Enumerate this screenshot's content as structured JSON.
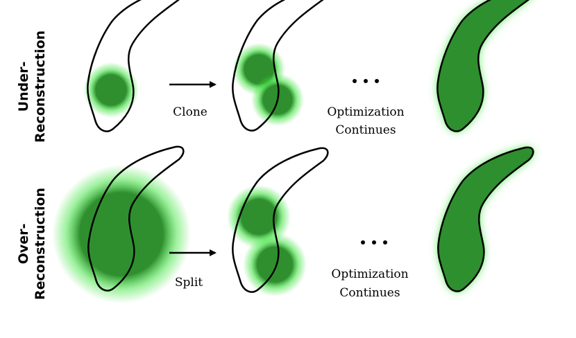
{
  "rows": [
    {
      "label_line1": "Under-",
      "label_line2": "Reconstruction",
      "action": "Clone",
      "continue_line1": "Optimization",
      "continue_line2": "Continues"
    },
    {
      "label_line1": "Over-",
      "label_line2": "Reconstruction",
      "action": "Split",
      "continue_line1": "Optimization",
      "continue_line2": "Continues"
    }
  ],
  "colors": {
    "gaussian": "#2f8f2f",
    "glow": "#3fe33f",
    "outline": "#000000"
  }
}
